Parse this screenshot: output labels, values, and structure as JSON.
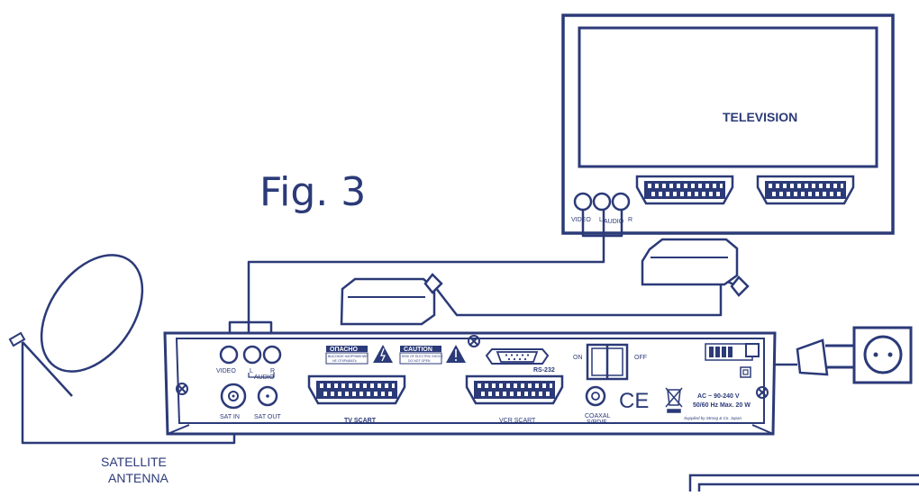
{
  "colors": {
    "line": "#2b3a78",
    "paper": "#ffffff"
  },
  "figure": {
    "title": "Fig. 3"
  },
  "television": {
    "label": "TELEVISION",
    "jack_labels": {
      "video": "VIDEO",
      "left": "L",
      "right": "R",
      "audio": "AUDIO"
    }
  },
  "receiver": {
    "rear_labels": {
      "video": "VIDEO",
      "left": "L",
      "right": "R",
      "audio": "AUDIO",
      "sat_in": "SAT IN",
      "sat_out": "SAT OUT",
      "tv_scart": "TV SCART",
      "vcr_scart": "VCR SCART",
      "rs232": "RS-232",
      "coaxal_line1": "COAXAL",
      "coaxal_line2": "S/PDIF",
      "on": "ON",
      "off": "OFF",
      "ce_mark": "CE"
    },
    "warning_labels": {
      "opasno_title": "ОПАСНО",
      "opasno_sub1": "ВЫСОКОЕ НАПРЯЖЕНИЕ",
      "opasno_sub2": "НЕ ОТКРЫВАТЬ",
      "caution_title": "CAUTION",
      "caution_sub1": "RISK OF ELECTRIC SHOCK",
      "caution_sub2": "DO NOT OPEN"
    },
    "rating": {
      "line1": "AC ~ 90-240 V",
      "line2": "50/60 Hz Max. 20 W",
      "supplier": "Supplied by Strong & Co. Japan"
    }
  },
  "antenna": {
    "line1": "SATELLITE",
    "line2": "ANTENNA"
  }
}
